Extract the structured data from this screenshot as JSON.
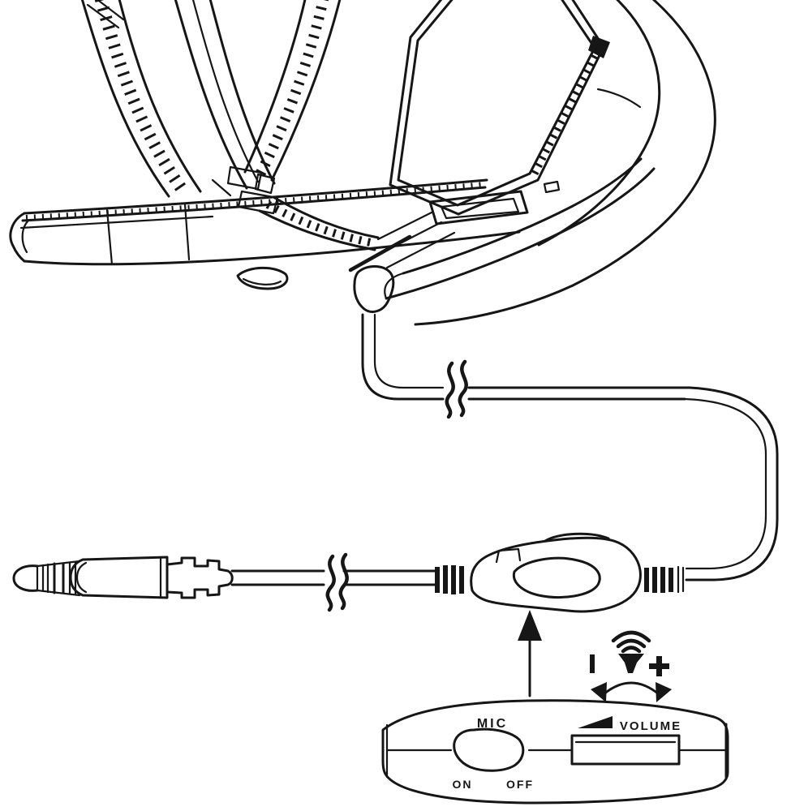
{
  "figure": {
    "kind": "line-art product illustration",
    "subject": "headset-with-inline-remote"
  },
  "labels": {
    "mic": "MIC",
    "on": "ON",
    "off": "OFF",
    "volume": "VOLUME"
  },
  "icons": {
    "speaker": "speaker-sound-waves-icon",
    "rotate": "rotate-both-ways-arrow-icon",
    "pointer": "up-arrow-icon",
    "volume_ramp": "volume-ramp-icon",
    "volume_decrease_mark": "|",
    "volume_increase_mark": "+",
    "cable_break": "cable-break-symbol",
    "plug": "3.5mm-jack-plug",
    "remote": "inline-volume-mic-remote"
  },
  "colors": {
    "ink": "#161616",
    "paper": "#ffffff"
  }
}
